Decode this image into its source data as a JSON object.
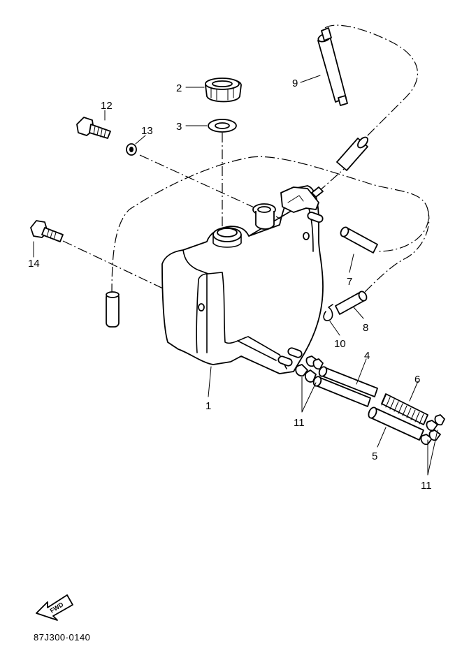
{
  "labels": {
    "p1": "1",
    "p2": "2",
    "p3": "3",
    "p4": "4",
    "p5": "5",
    "p6": "6",
    "p7": "7",
    "p8": "8",
    "p9": "9",
    "p10": "10",
    "p11a": "11",
    "p11b": "11",
    "p12": "12",
    "p13": "13",
    "p14": "14"
  },
  "fwd_text": "FWD",
  "diagram_code": "87J300-0140"
}
